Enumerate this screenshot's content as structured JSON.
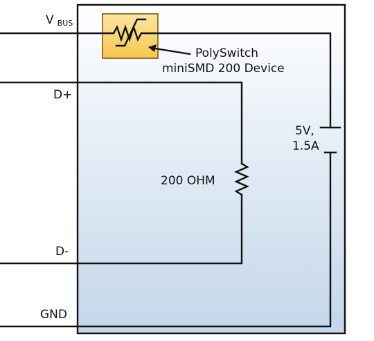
{
  "diagram": {
    "nodes": {
      "vbus": {
        "label": "V",
        "subscript": "BUS"
      },
      "d_plus": {
        "label": "D+"
      },
      "d_minus": {
        "label": "D-"
      },
      "gnd": {
        "label": "GND"
      }
    },
    "components": {
      "polyswitch": {
        "label_line1": "PolySwitch",
        "label_line2": "miniSMD 200 Device"
      },
      "resistor": {
        "label": "200 OHM"
      },
      "supply": {
        "label_line1": "5V,",
        "label_line2": "1.5A"
      }
    },
    "colors": {
      "wire": "#111111",
      "panel_top": "#ffffff",
      "panel_bottom": "#c3d6ea",
      "device_fill": "#f7c64e",
      "device_stroke": "#7a5a12"
    }
  }
}
